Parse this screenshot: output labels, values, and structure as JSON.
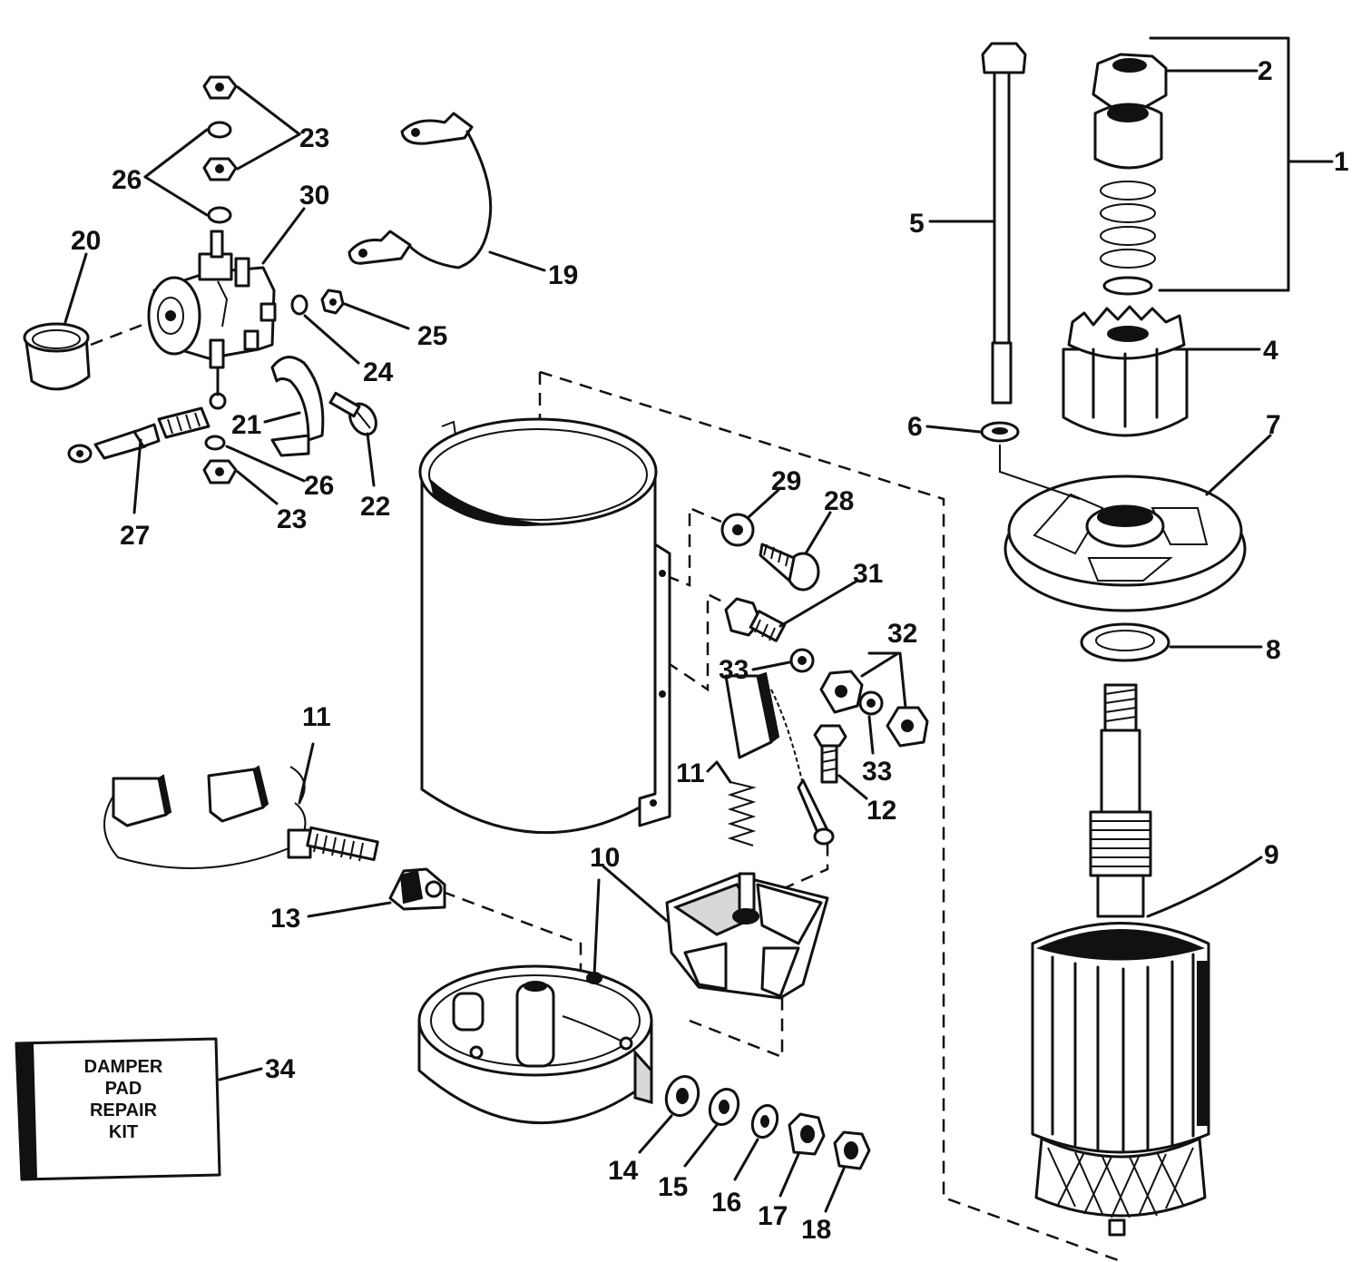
{
  "labels": {
    "l1": "1",
    "l2": "2",
    "l4": "4",
    "l5": "5",
    "l6": "6",
    "l7": "7",
    "l8": "8",
    "l9": "9",
    "l10": "10",
    "l11a": "11",
    "l11b": "11",
    "l12": "12",
    "l13": "13",
    "l14": "14",
    "l15": "15",
    "l16": "16",
    "l17": "17",
    "l18": "18",
    "l19": "19",
    "l20": "20",
    "l21": "21",
    "l22": "22",
    "l23a": "23",
    "l23b": "23",
    "l24": "24",
    "l25": "25",
    "l26a": "26",
    "l26b": "26",
    "l27": "27",
    "l28": "28",
    "l29": "29",
    "l30": "30",
    "l31": "31",
    "l32": "32",
    "l33a": "33",
    "l33b": "33",
    "l34": "34"
  },
  "kit": {
    "line1": "DAMPER",
    "line2": "PAD",
    "line3": "REPAIR",
    "line4": "KIT"
  },
  "icons": [
    "solenoid-icon",
    "armature-icon",
    "pinion-gear-icon",
    "frame-housing-icon",
    "brush-holder-icon",
    "end-cap-icon",
    "through-bolt-icon",
    "nut-icon",
    "washer-icon",
    "spring-icon",
    "cable-icon",
    "kit-box-icon"
  ]
}
